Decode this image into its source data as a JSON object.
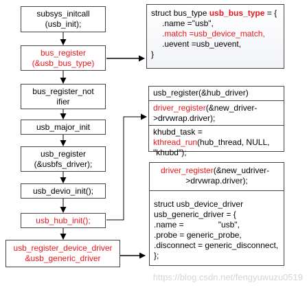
{
  "flow": {
    "subsys_initcall": [
      "subsys_initcall",
      "(usb_init);"
    ],
    "bus_register": [
      "bus_register",
      "(&usb_bus_type)"
    ],
    "bus_register_notifier": [
      "bus_register_not",
      "ifier"
    ],
    "usb_major_init": "usb_major_init",
    "usb_register_usbfs": [
      "usb_register",
      "(&usbfs_driver);"
    ],
    "usb_devio_init": "usb_devio_init();",
    "usb_hub_init": "usb_hub_init();",
    "usb_register_device_driver": [
      "usb_register_device_driver",
      "&usb_generic_driver"
    ]
  },
  "bus_type_box": {
    "line1_prefix": "struct bus_type ",
    "line1_name": "usb_bus_type",
    "line1_suffix": " = {",
    "line2": ".name =\"usb\",",
    "line3": ".match =usb_device_match,",
    "line4": ".uevent =usb_uevent,",
    "line5": "}"
  },
  "hub_box": {
    "header": "usb_register(&hub_driver)",
    "line1_red": "driver_register",
    "line1_rest": "(&new_driver-",
    "line2": ">drvwrap.driver);",
    "line3": "khubd_task =",
    "line4_red": "kthread_run",
    "line4_rest": "(hub_thread, NULL,",
    "line5": "\"khubd\");"
  },
  "generic_box": {
    "header1_red": "driver_register",
    "header1_rest": "(&new_udriver-",
    "header2": ">drvwrap.driver);",
    "line1": "struct usb_device_driver",
    "line2": "usb_generic_driver = {",
    "line3_label": ".name =",
    "line3_value": "\"usb\",",
    "line4": ".probe = generic_probe,",
    "line5": ".disconnect = generic_disconnect,",
    "line6": "};"
  },
  "watermark": "https://blog.csdn.net/fengyuwuzu0519",
  "colors": {
    "highlight_red": "#e8161b",
    "border": "#444444"
  }
}
